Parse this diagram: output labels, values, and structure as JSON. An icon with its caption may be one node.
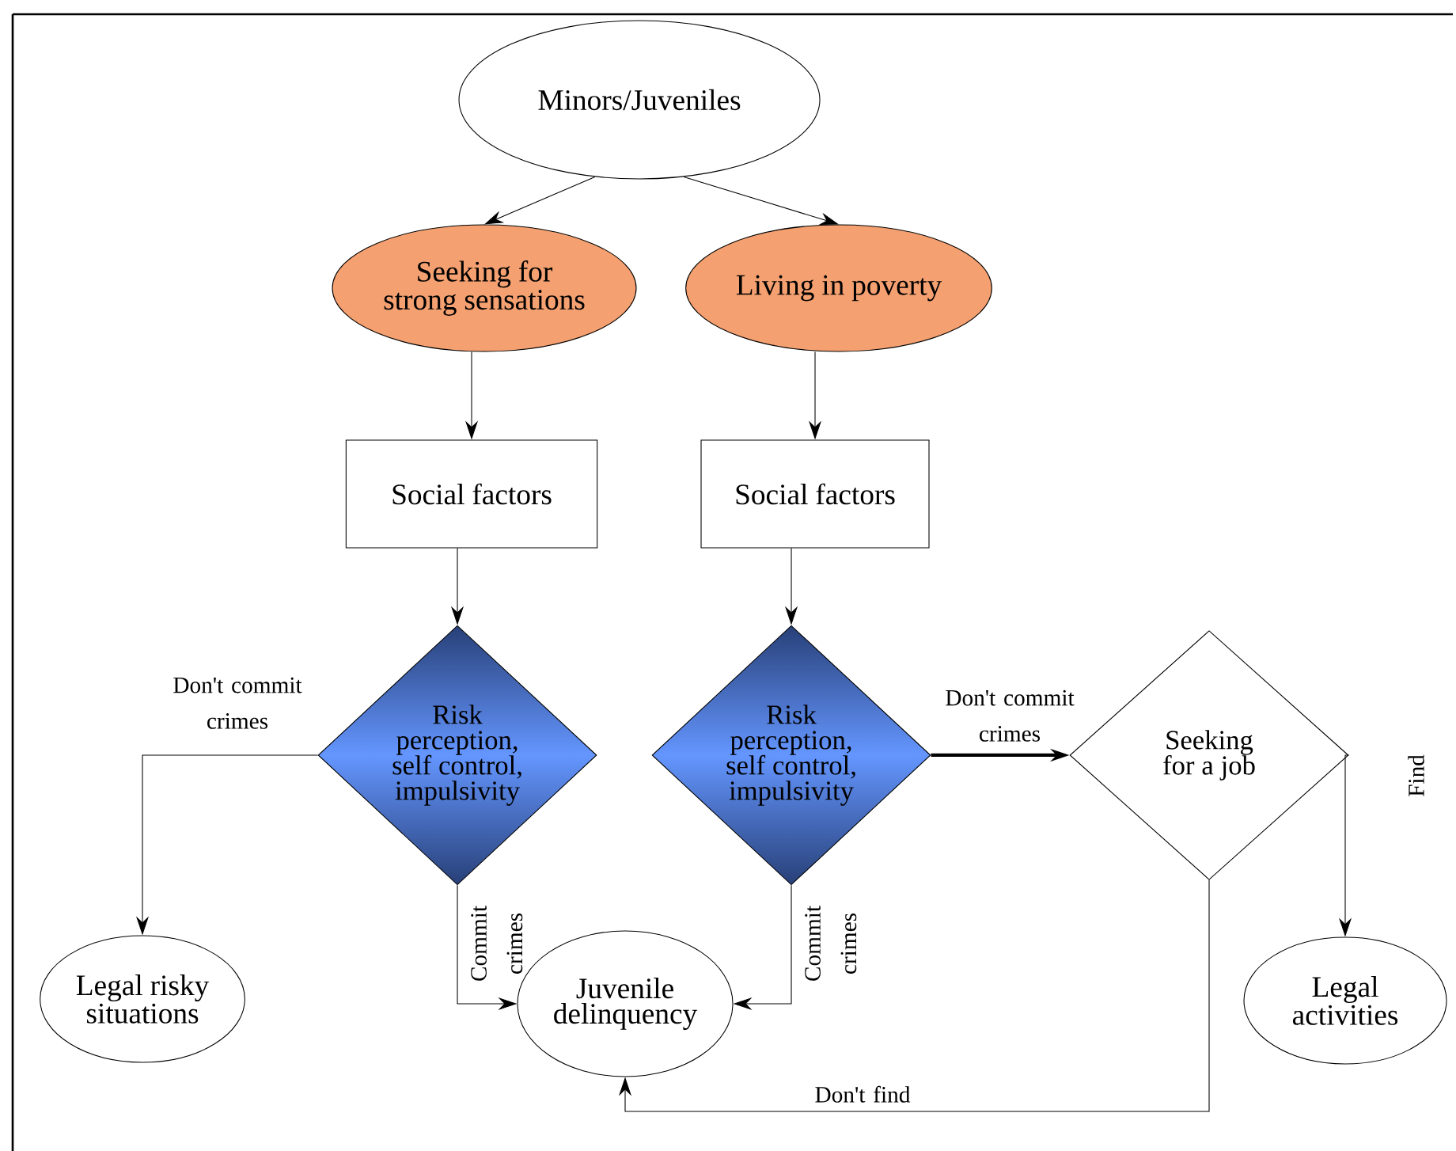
{
  "diagram": {
    "nodes": [
      {
        "text": [
          "Minors/Juveniles"
        ]
      },
      {
        "text": [
          "Seeking for strong sensations"
        ]
      },
      {
        "text": [
          "Living in poverty"
        ]
      },
      {
        "text": [
          "Social factors"
        ]
      },
      {
        "text": [
          "Social factors"
        ]
      },
      {
        "text": [
          "Risk perception, self control, impulsivity"
        ]
      },
      {
        "text": [
          "Risk perception, self control, impulsivity"
        ]
      },
      {
        "text": [
          "Seeking for a job"
        ]
      },
      {
        "text": [
          "Legal risky situations"
        ]
      },
      {
        "text": [
          "Juvenile delinquency"
        ]
      },
      {
        "text": [
          "Legal activities"
        ]
      }
    ],
    "edges": [
      {
        "from": 0,
        "to": 1,
        "arrow": "to"
      },
      {
        "from": 0,
        "to": 2,
        "arrow": "to"
      },
      {
        "from": 1,
        "to": 3,
        "arrow": "to"
      },
      {
        "from": 2,
        "to": 4,
        "arrow": "to"
      },
      {
        "from": 3,
        "to": 5,
        "arrow": "to"
      },
      {
        "from": 4,
        "to": 6,
        "arrow": "to"
      },
      {
        "from": 5,
        "to": 8,
        "arrow": "to",
        "label": "Don't commit crimes"
      },
      {
        "from": 5,
        "to": 9,
        "arrow": "to",
        "label": "Commit crimes"
      },
      {
        "from": 6,
        "to": 9,
        "arrow": "to",
        "label": "Commit crimes"
      },
      {
        "from": 6,
        "to": 7,
        "arrow": "to",
        "label": "Don't commit crimes",
        "style": "thick"
      },
      {
        "from": 7,
        "to": 10,
        "arrow": "to",
        "label": "Find"
      },
      {
        "from": 7,
        "to": 9,
        "arrow": "to",
        "label": "Don't find"
      }
    ]
  }
}
